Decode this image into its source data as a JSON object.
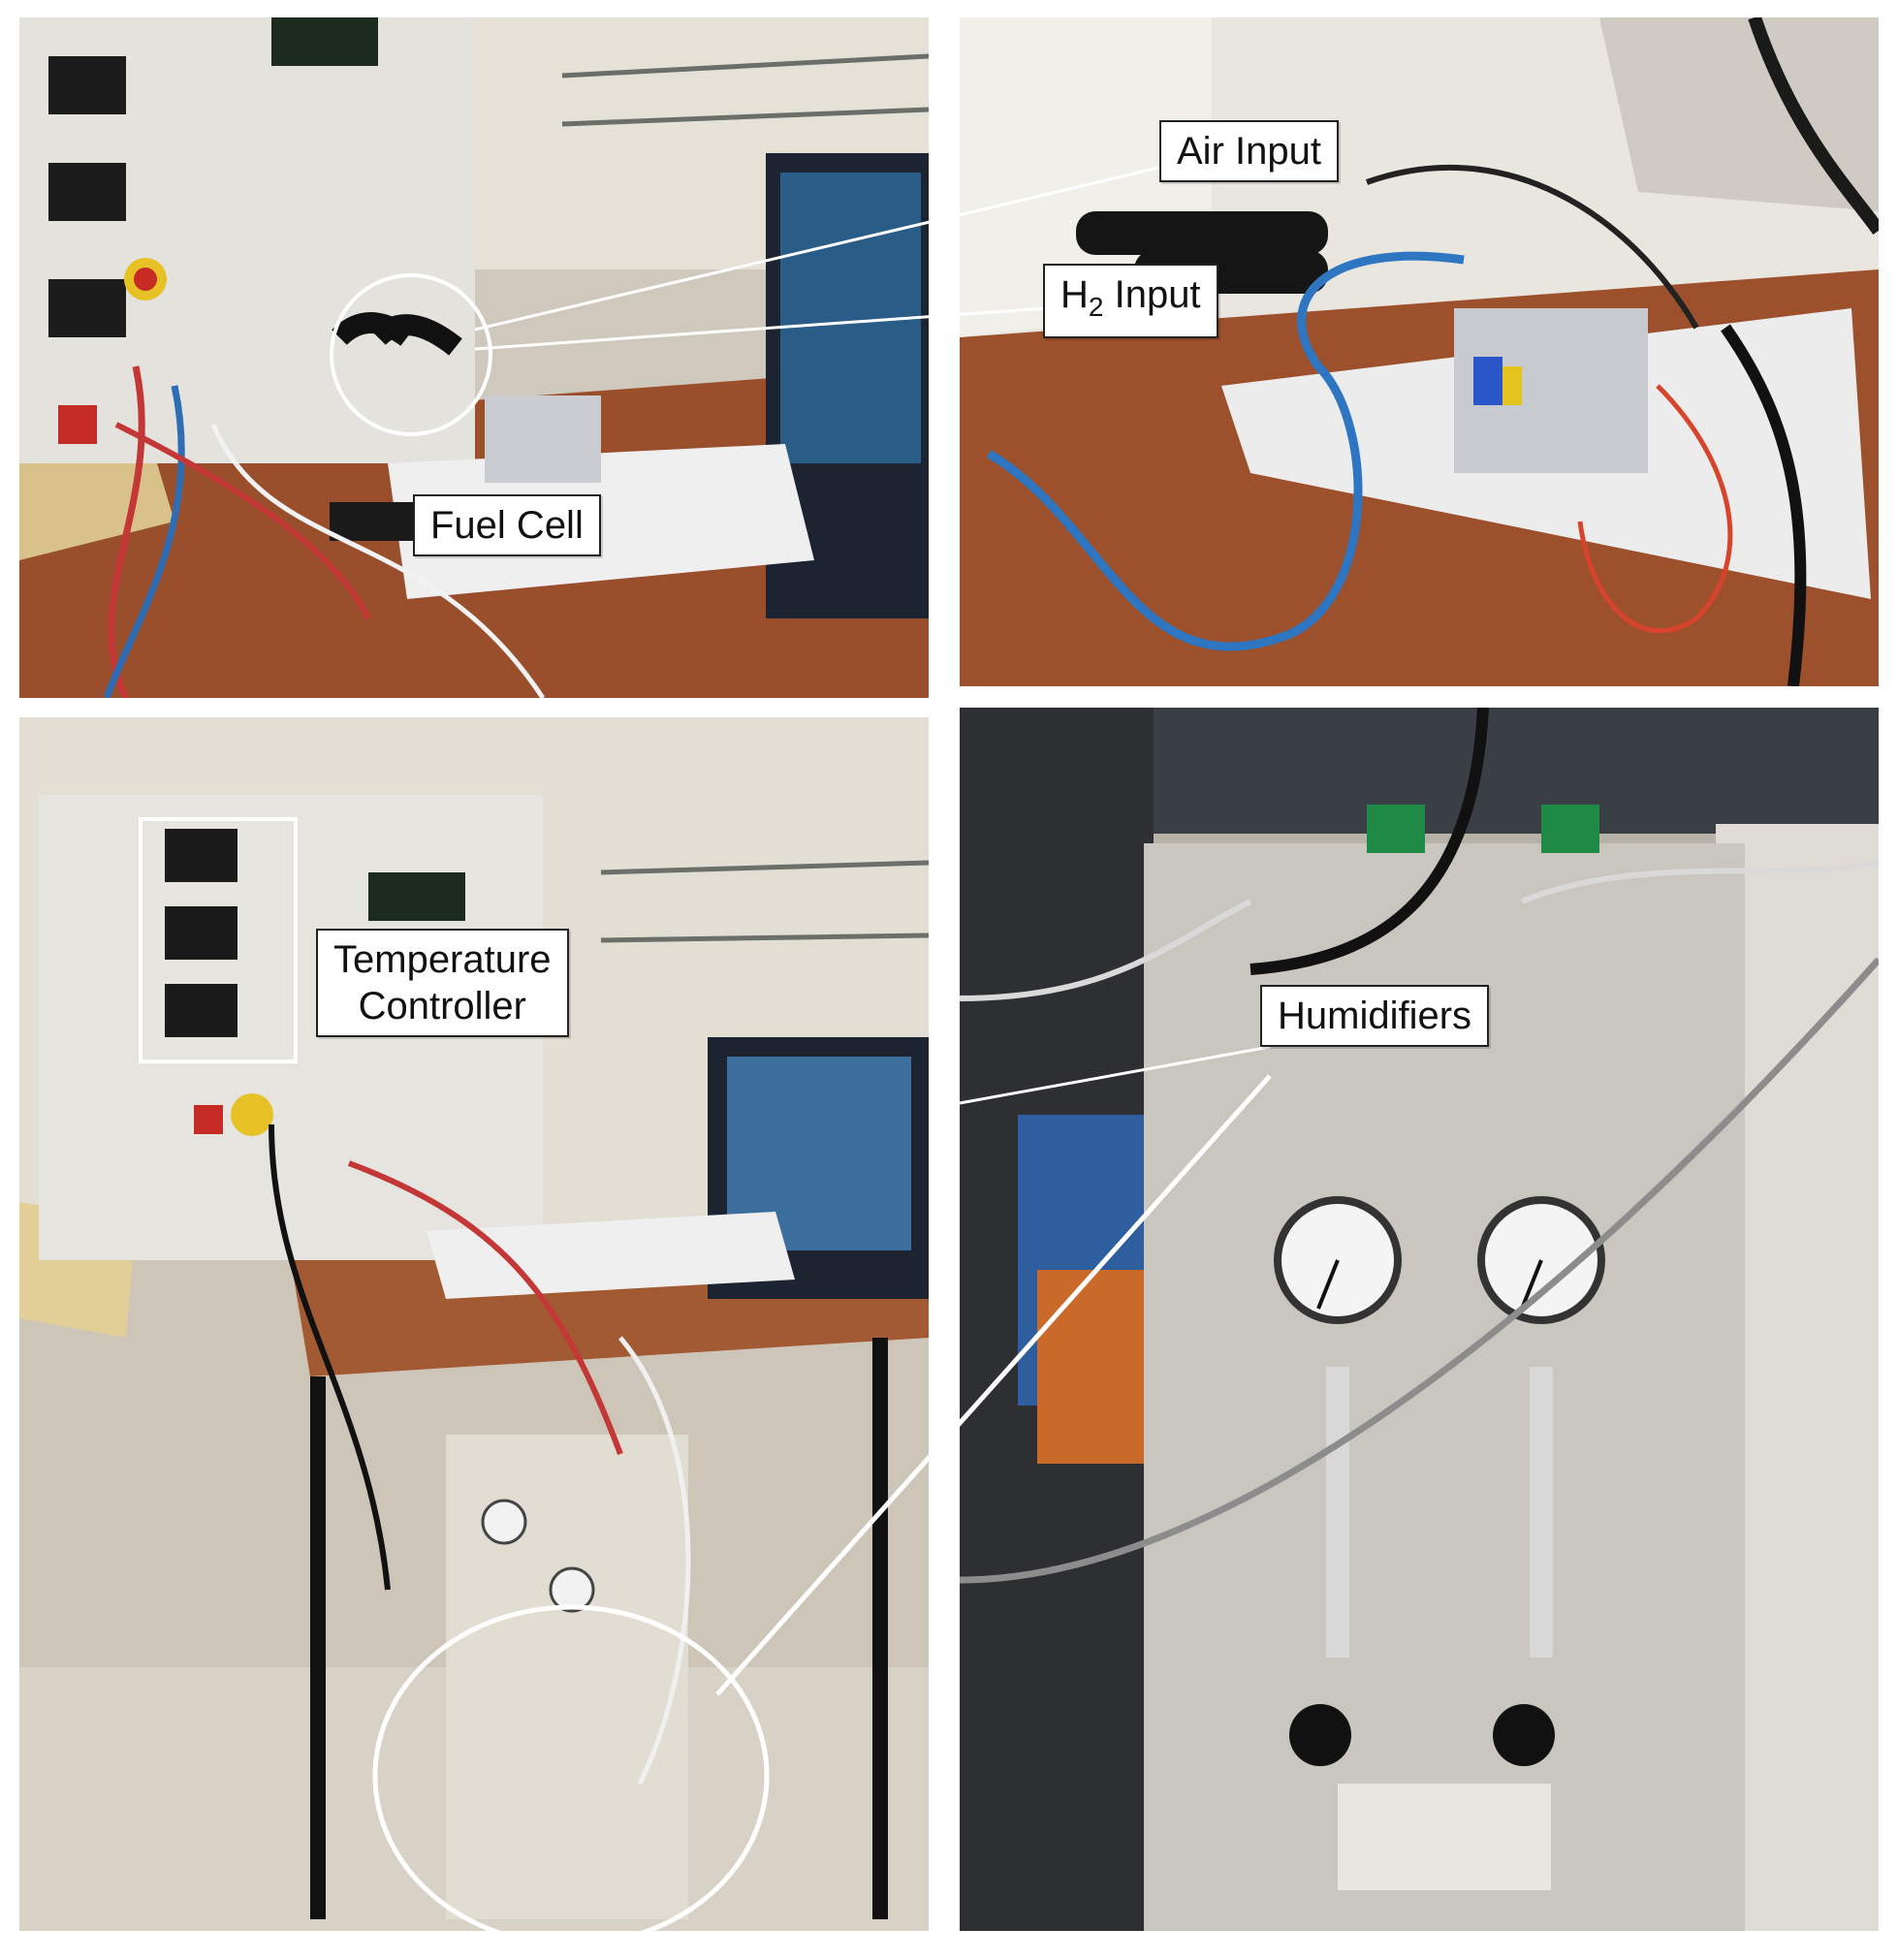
{
  "labels": {
    "fuel_cell": "Fuel Cell",
    "air_input": "Air Input",
    "h2_input_main": "H",
    "h2_input_sub": "2",
    "h2_input_rest": " Input",
    "temperature_controller_line1": "Temperature",
    "temperature_controller_line2": "Controller",
    "humidifiers": "Humidifiers"
  },
  "colors": {
    "background": "#ffffff",
    "callout_line": "#ffffff",
    "label_border": "#222222"
  }
}
